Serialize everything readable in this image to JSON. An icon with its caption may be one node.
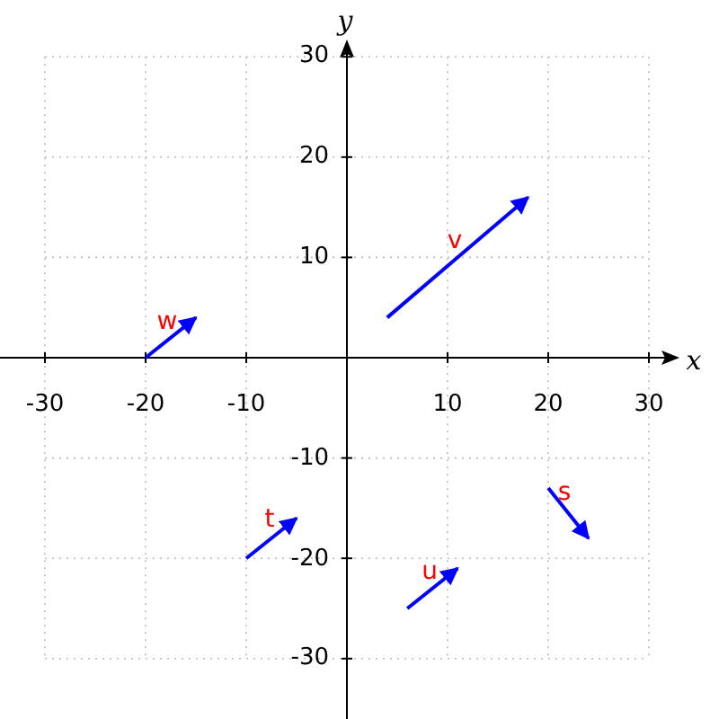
{
  "diagram": {
    "labels": [
      "y",
      "30",
      "20",
      "v",
      "10",
      "w",
      "x",
      "-30",
      "-20",
      "-10",
      "10",
      "20",
      "30",
      "-10",
      "s",
      "t",
      "-20",
      "u",
      "-30"
    ]
  }
}
